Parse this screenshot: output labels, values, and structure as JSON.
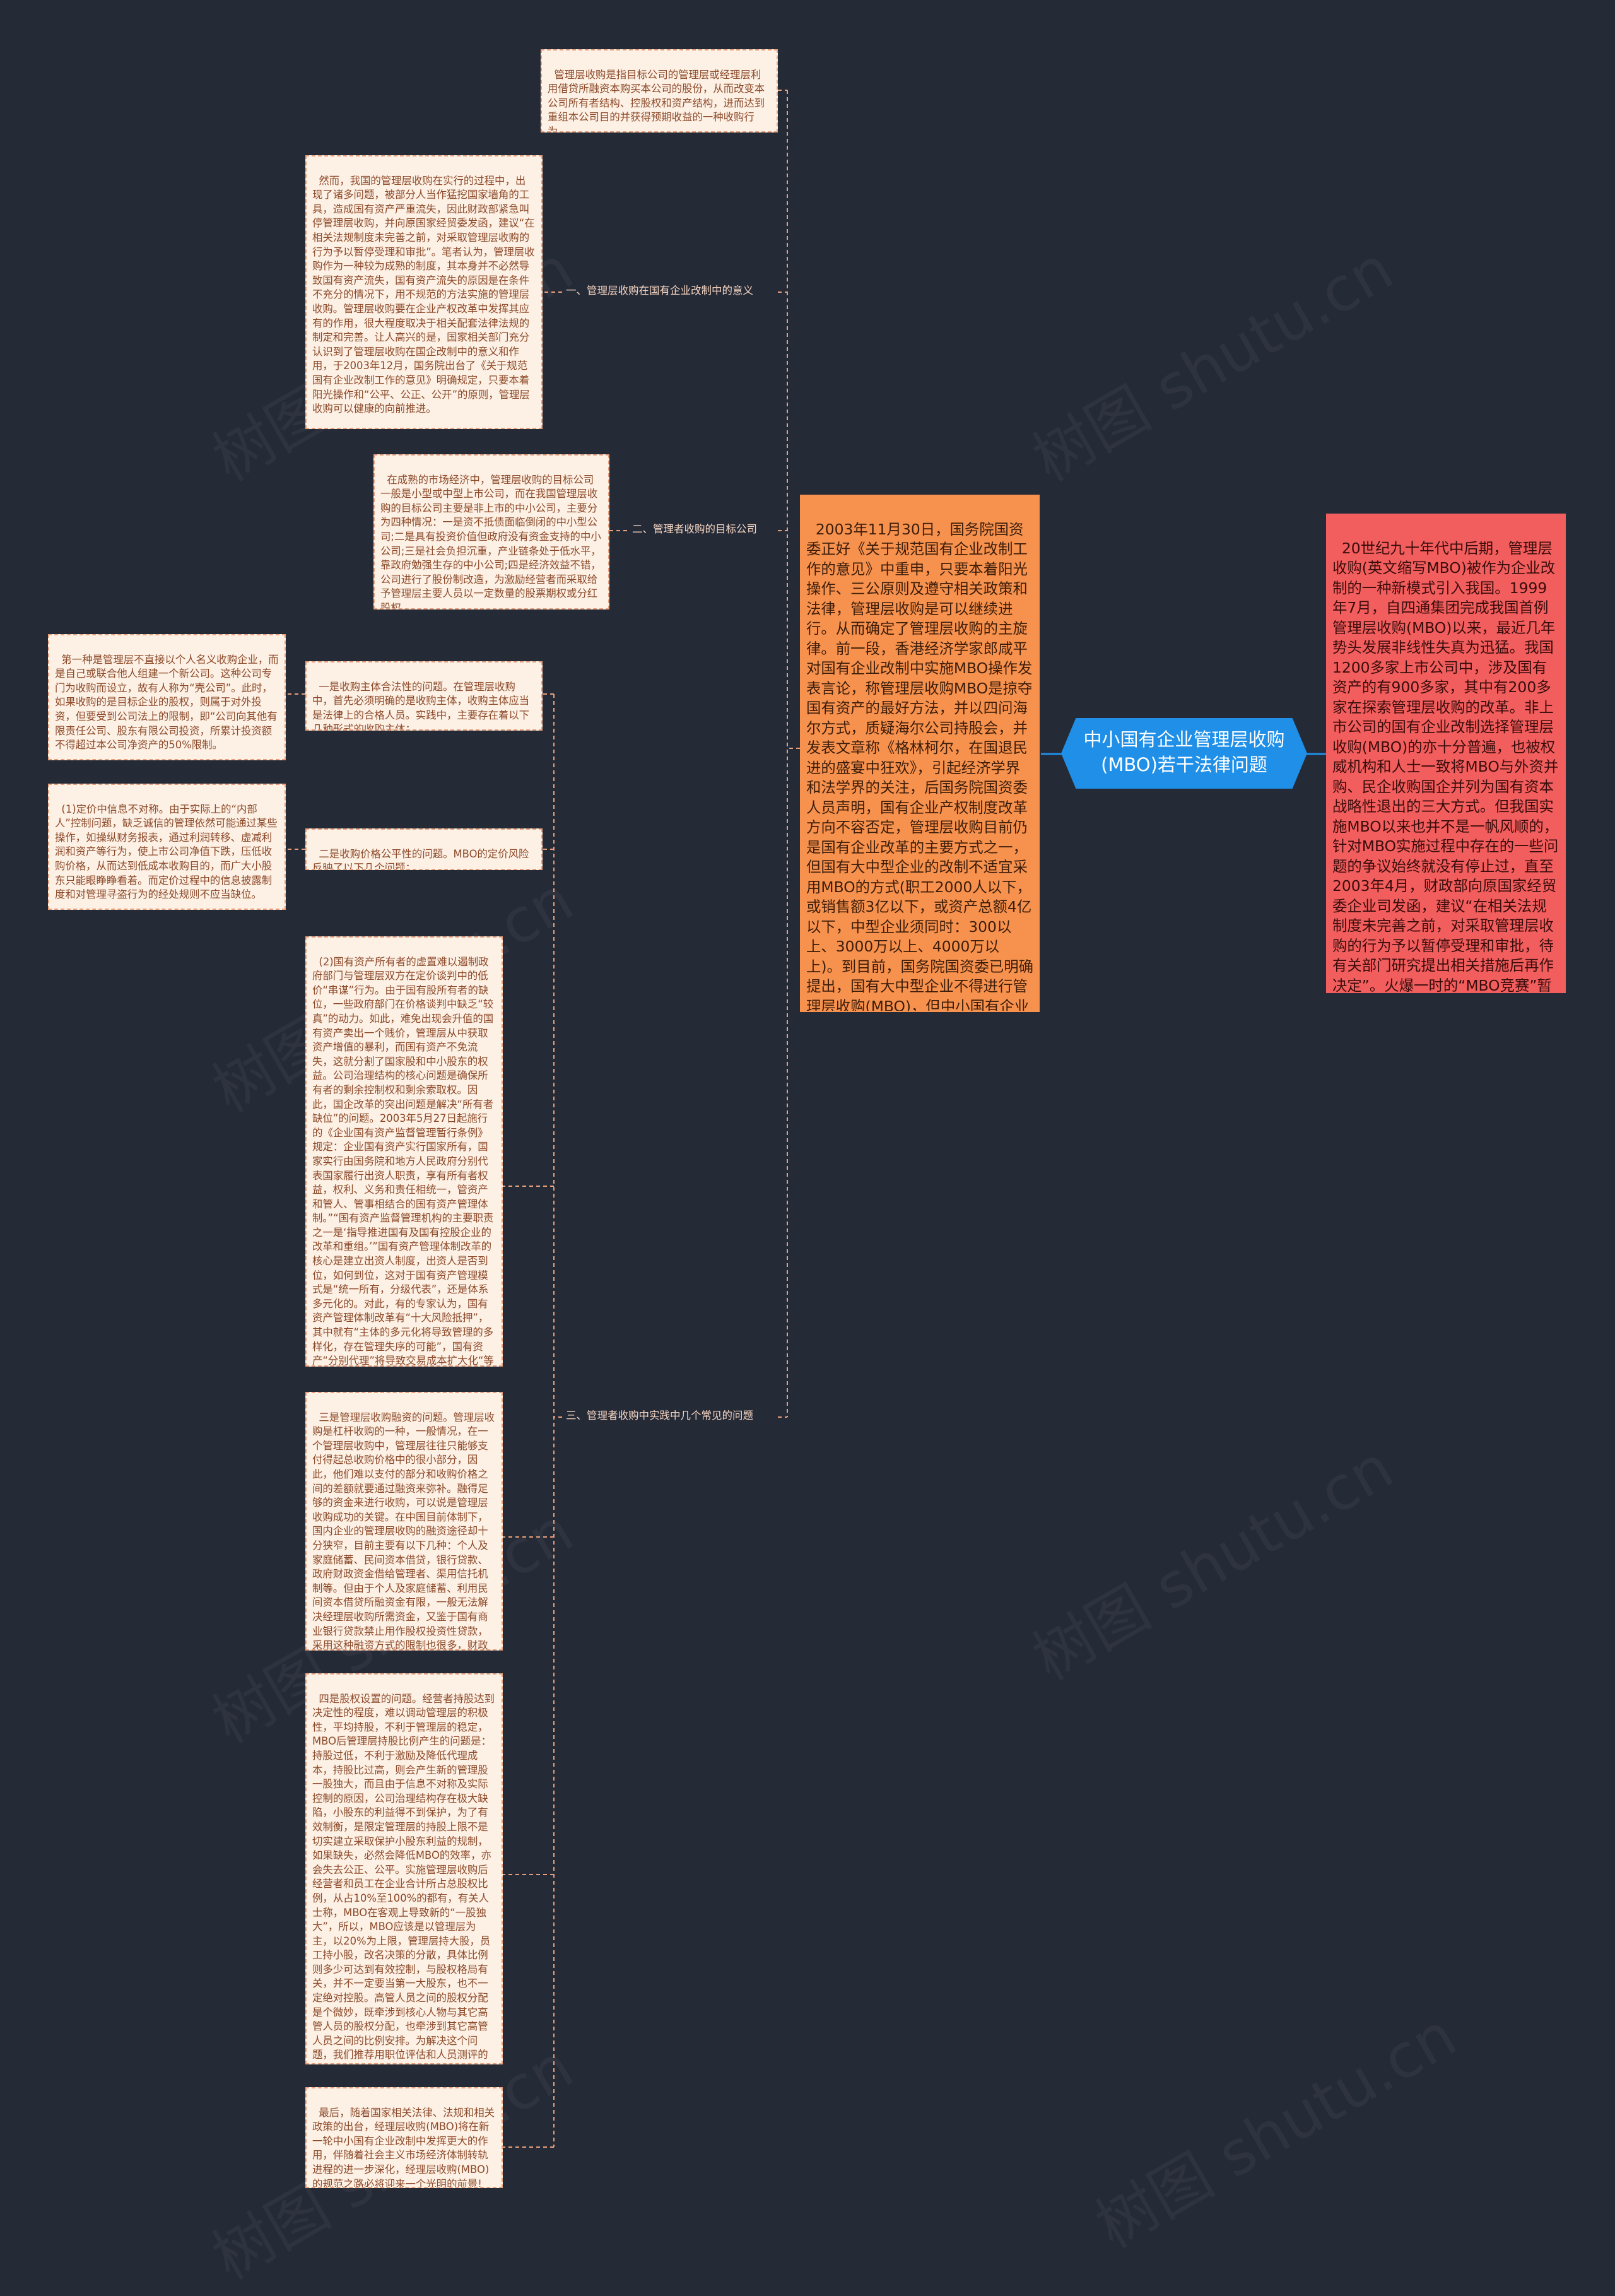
{
  "center": {
    "title": "中小国有企业管理层收购(MBO)若干法律问题"
  },
  "watermark": "树图 shutu.cn",
  "left_main": "2003年11月30日，国务院国资委正好《关于规范国有企业改制工作的意见》中重申，只要本着阳光操作、三公原则及遵守相关政策和法律，管理层收购是可以继续进行。从而确定了管理层收购的主旋律。前一段，香港经济学家郎咸平对国有企业改制中实施MBO操作发表言论，称管理层收购MBO是掠夺国有资产的最好方法，并以四问海尔方式，质疑海尔公司持股会，并发表文章称《格林柯尔，在国退民进的盛宴中狂欢》，引起经济学界和法学界的关注，后国务院国资委人员声明，国有企业产权制度改革方向不容否定，管理层收购目前仍是国有企业改革的主要方式之一，但国有大中型企业的改制不适宜采用MBO的方式(职工2000人以下，或销售额3亿以下，或资产总额4亿以下，中型企业须同时：300以上、3000万以上、4000万以上)。到目前，国务院国资委已明确提出，国有大中型企业不得进行管理层收购(MBO)，但中小国有企业在法律框架内可实施管理层收购(MBO)。",
  "right_main": "20世纪九十年代中后期，管理层收购(英文缩写MBO)被作为企业改制的一种新模式引入我国。1999年7月，自四通集团完成我国首例管理层收购(MBO)以来，最近几年势头发展非线性失真为迅猛。我国1200多家上市公司中，涉及国有资产的有900多家，其中有200多家在探索管理层收购的改革。非上市公司的国有企业改制选择管理层收购(MBO)的亦十分普遍，也被权威机构和人士一致将MBO与外资并购、民企收购国企并列为国有资本战略性退出的三大方式。但我国实施MBO以来也并不是一帆风顺的，针对MBO实施过程中存在的一些问题的争议始终就没有停止过，直至2003年4月，财政部向原国家经贸委企业司发函，建议“在相关法规制度未完善之前，对采取管理层收购的行为予以暂停受理和审批，待有关部门研究提出相关措施后再作决定”。火爆一时的“MBO竞赛”暂告一段落。在",
  "leaf_def": "管理层收购是指目标公司的管理层或经理层利用借贷所融资本购买本公司的股份，从而改变本公司所有者结构、控股权和资产结构，进而达到重组本公司目的并获得预期收益的一种收购行为。",
  "branch1": {
    "label": "一、管理层收购在国有企业改制中的意义",
    "leaf": "然而，我国的管理层收购在实行的过程中，出现了诸多问题，被部分人当作猛挖国家墙角的工具，造成国有资产严重流失，因此财政部紧急叫停管理层收购，并向原国家经贸委发函，建议“在相关法规制度未完善之前，对采取管理层收购的行为予以暂停受理和审批”。笔者认为，管理层收购作为一种较为成熟的制度，其本身并不必然导致国有资产流失，国有资产流失的原因是在条件不充分的情况下，用不规范的方法实施的管理层收购。管理层收购要在企业产权改革中发挥其应有的作用，很大程度取决于相关配套法律法规的制定和完善。让人高兴的是，国家相关部门充分认识到了管理层收购在国企改制中的意义和作用，于2003年12月，国务院出台了《关于规范国有企业改制工作的意见》明确规定，只要本着阳光操作和“公平、公正、公开”的原则，管理层收购可以健康的向前推进。"
  },
  "branch2": {
    "label": "二、管理者收购的目标公司",
    "leaf": "在成熟的市场经济中，管理层收购的目标公司一般是小型或中型上市公司，而在我国管理层收购的目标公司主要是非上市的中小公司，主要分为四种情况：一是资不抵债面临倒闭的中小型公司;二是具有投资价值但政府没有资金支持的中小公司;三是社会负担沉重，产业链条处于低水平，靠政府勉强生存的中小公司;四是经济效益不错，公司进行了股份制改造，为激励经营者而采取给予管理层主要人员以一定数量的股票期权或分红股权。"
  },
  "branch3": {
    "label": "三、管理者收购中实践中几个常见的问题",
    "subject": {
      "text": "一是收购主体合法性的问题。在管理层收购中，首先必须明确的是收购主体，收购主体应当是法律上的合格人员。实践中，主要存在着以下几种形式的收购主体：",
      "leaf": "第一种是管理层不直接以个人名义收购企业，而是自己或联合他人组建一个新公司。这种公司专门为收购而设立，故有人称为“壳公司”。此时，如果收购的是目标企业的股权，则属于对外投资，但要受到公司法上的限制，即“公司向其他有限责任公司、股东有限公司投资，所累计投资额不得超过本公司净资产的50%限制。"
    },
    "price": {
      "text": "二是收购价格公平性的问题。MBO的定价风险反映了以下几个问题：",
      "leaf": "(1)定价中信息不对称。由于实际上的“内部人”控制问题，缺乏诚信的管理依然可能通过某些操作，如操纵财务报表，通过利润转移、虚减利润和资产等行为，使上市公司净值下跌，压低收购价格，从而达到低成本收购目的，而广大小股东只能眼睁睁看着。而定价过程中的信息披露制度和对管理寻盗行为的经处规则不应当缺位。"
    },
    "state_asset": "(2)国有资产所有者的虚置难以遏制政府部门与管理层双方在定价谈判中的低价“串谋”行为。由于国有股所有者的缺位，一些政府部门在价格谈判中缺乏“较真”的动力。如此，难免出现会升值的国有资产卖出一个贱价，管理层从中获取资产增值的暴利，而国有资产不免流失，这就分割了国家股和中小股东的权益。公司治理结构的核心问题是确保所有者的剩余控制权和剩余索取权。因此，国企改革的突出问题是解决“所有者缺位”的问题。2003年5月27日起施行的《企业国有资产监督管理暂行条例》规定：企业国有资产实行国家所有，国家实行由国务院和地方人民政府分别代表国家履行出资人职责，享有所有者权益，权利、义务和责任相统一，管资产和管人、管事相结合的国有资产管理体制。”“国有资产监督管理机构的主要职责之一是‘指导推进国有及国有控股企业的改革和重组。’”国有资产管理体制改革的核心是建立出资人制度，出资人是否到位，如何到位，这对于国有资产管理模式是“统一所有，分级代表”，还是体系多元化的。对此，有的专家认为，国有资产管理体制改革有“十大风险抵押”，其中就有“主体的多元化将导致管理的多样化，存在管理失序的可能”，国有资产“分别代理”将导致交易成本扩大化“等风险。可见，在MBO定价谈判中因所有者虚置而导致可能发生的抵价“串谋”问题的解决取决于整个国有资产管理体制的成功改革有效运行。",
    "financing": "三是管理层收购融资的问题。管理层收购是杠杆收购的一种，一般情况，在一个管理层收购中，管理层往往只能够支付得起总收购价格中的很小部分，因此，他们难以支付的部分和收购价格之间的差额就要通过融资来弥补。融得足够的资金来进行收购，可以说是管理层收购成功的关键。在中国目前体制下，国内企业的管理层收购的融资途径却十分狭窄，目前主要有以下几种：个人及家庭储蓄、民间资本借贷，银行贷款、政府财政资金借给管理者、渠用信托机制等。但由于个人及家庭储蓄、利用民间资本借贷所融资金有限，一般无法解决经理层收购所需资金，又鉴于国有商业银行贷款禁止用作股权投资性贷款，采用这种融资方式的限制也很多，财政资金由于其政策性，所以很难进行。根据发达国家和国内发达地区的经验，利用信托方式进行融资是一个可行的办法。",
    "ownership": "四是股权设置的问题。经营者持股达到决定性的程度，难以调动管理层的积极性，平均持股，不利于管理层的稳定，MBO后管理层持股比例产生的问题是：持股过低，不利于激励及降低代理成本，持股比过高，则会产生新的管理股一股独大，而且由于信息不对称及实际控制的原因，公司治理结构存在极大缺陷，小股东的利益得不到保护，为了有效制衡，是限定管理层的持股上限不是切实建立采取保护小股东利益的规制，如果缺失，必然会降低MBO的效率，亦会失去公正、公平。实施管理层收购后经营者和员工在企业合计所占总股权比例，从占10%至100%的都有，有关人士称，MBO在客观上导致新的“一股独大”，所以，MBO应该是以管理层为主，以20%为上限，管理层持大股，员工持小股，改名决策的分散，具体比例则多少可达到有效控制，与股权格局有关，并不一定要当第一大股东，也不一定绝对控股。高管人员之间的股权分配是个微妙，既牵涉到核心人物与其它高管人员的股权分配，也牵涉到其它高管人员之间的比例安排。为解决这个问题，我们推荐用职位评估和人员测评的方法对各高管职位及个人的重要性和胜任力进行技术上的测定，从而代替主观上的判断，既可使核心人物说高于劳争之外，又可防止“爱哭的孩子多吃奶”。",
    "final": "最后，随着国家相关法律、法规和相关政策的出台，经理层收购(MBO)将在新一轮中小国有企业改制中发挥更大的作用，伴随着社会主义市场经济体制转轨进程的进一步深化，经理层收购(MBO)的规范之路必将迎来一个光明的前景!"
  },
  "colors": {
    "background": "#252a37",
    "center": "#1f8fe8",
    "orange": "#f7924e",
    "red": "#f25e5d",
    "leaf_bg": "#fdf0e4",
    "leaf_border": "#e8a07c"
  }
}
